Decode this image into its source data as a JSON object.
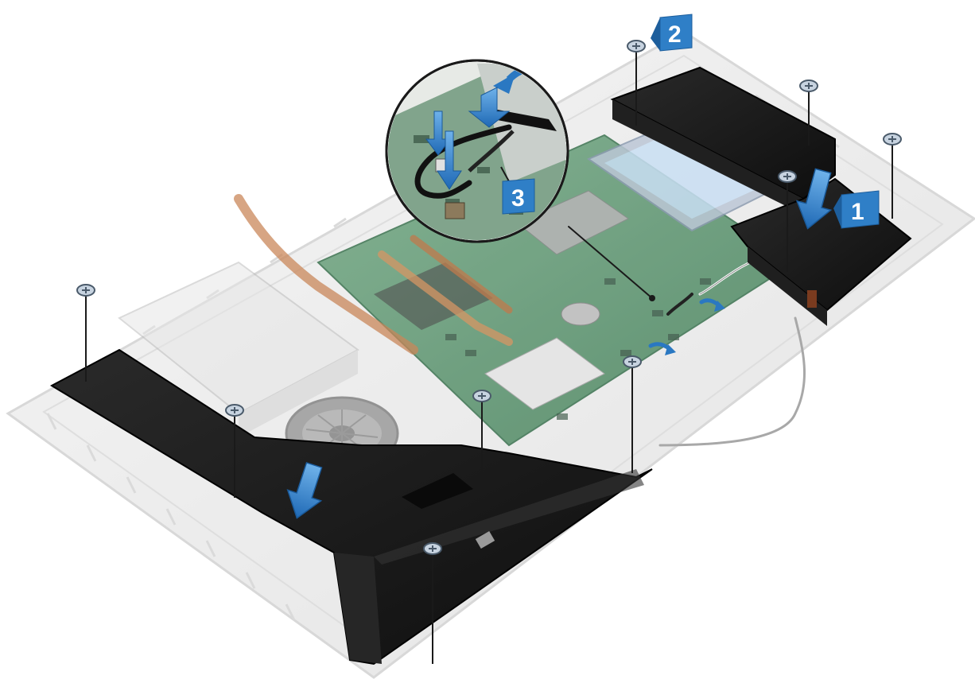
{
  "steps": [
    {
      "label": "1"
    },
    {
      "label": "2"
    },
    {
      "label": "3"
    }
  ],
  "colors": {
    "callout_fill": "#2f7fc7",
    "callout_edge": "#1d5e9c",
    "arrow_fill": "#2a78c2",
    "speaker": "#1c1c1c",
    "chassis": "#dcdcdc",
    "board": "#3f8a5a",
    "heatpipe": "#c9875a",
    "background": "#ffffff"
  },
  "icons": {
    "screw": "screw-icon",
    "press_arrow": "arrow-down-icon",
    "rotate_arrow": "curved-arrow-icon"
  }
}
